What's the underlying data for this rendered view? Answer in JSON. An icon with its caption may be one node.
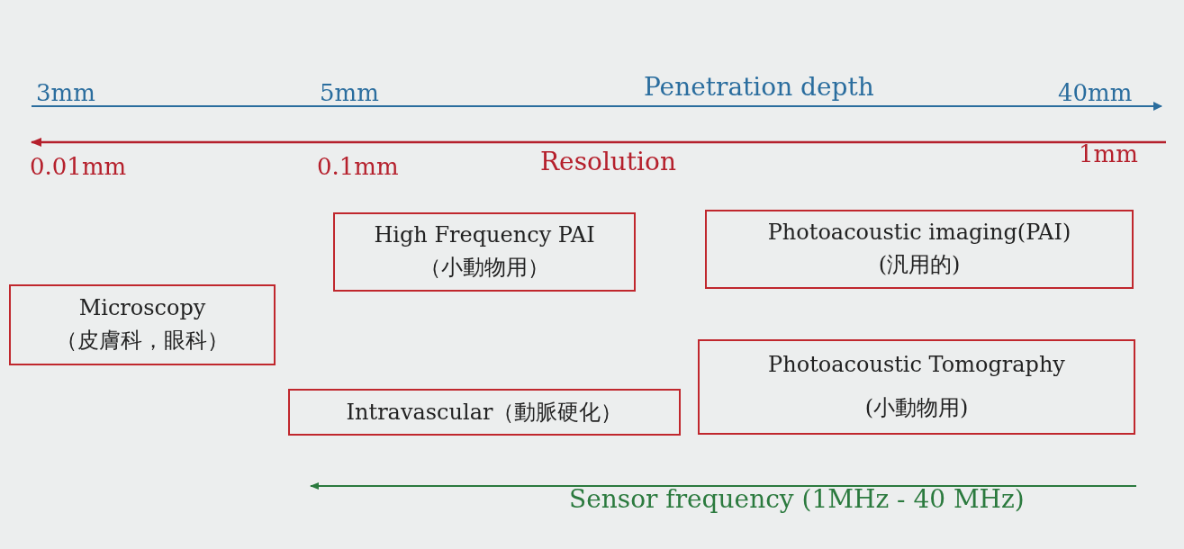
{
  "diagram": {
    "nodes": [
      {
        "text": [
          "High Frequency PAI",
          "（小動物用）"
        ]
      },
      {
        "text": [
          "Photoacoustic imaging(PAI)",
          "(汎用的)"
        ]
      },
      {
        "text": [
          "Microscopy",
          "（皮膚科，眼科）"
        ]
      },
      {
        "text": [
          "Photoacoustic Tomography",
          "(小動物用)"
        ]
      },
      {
        "text": [
          "Intravascular（動脈硬化）"
        ]
      }
    ],
    "labels": [
      "3mm",
      "5mm",
      "Penetration depth",
      "40mm",
      "0.01mm",
      "0.1mm",
      "Resolution",
      "1mm",
      "Sensor frequency (1MHz - 40 MHz)"
    ]
  }
}
